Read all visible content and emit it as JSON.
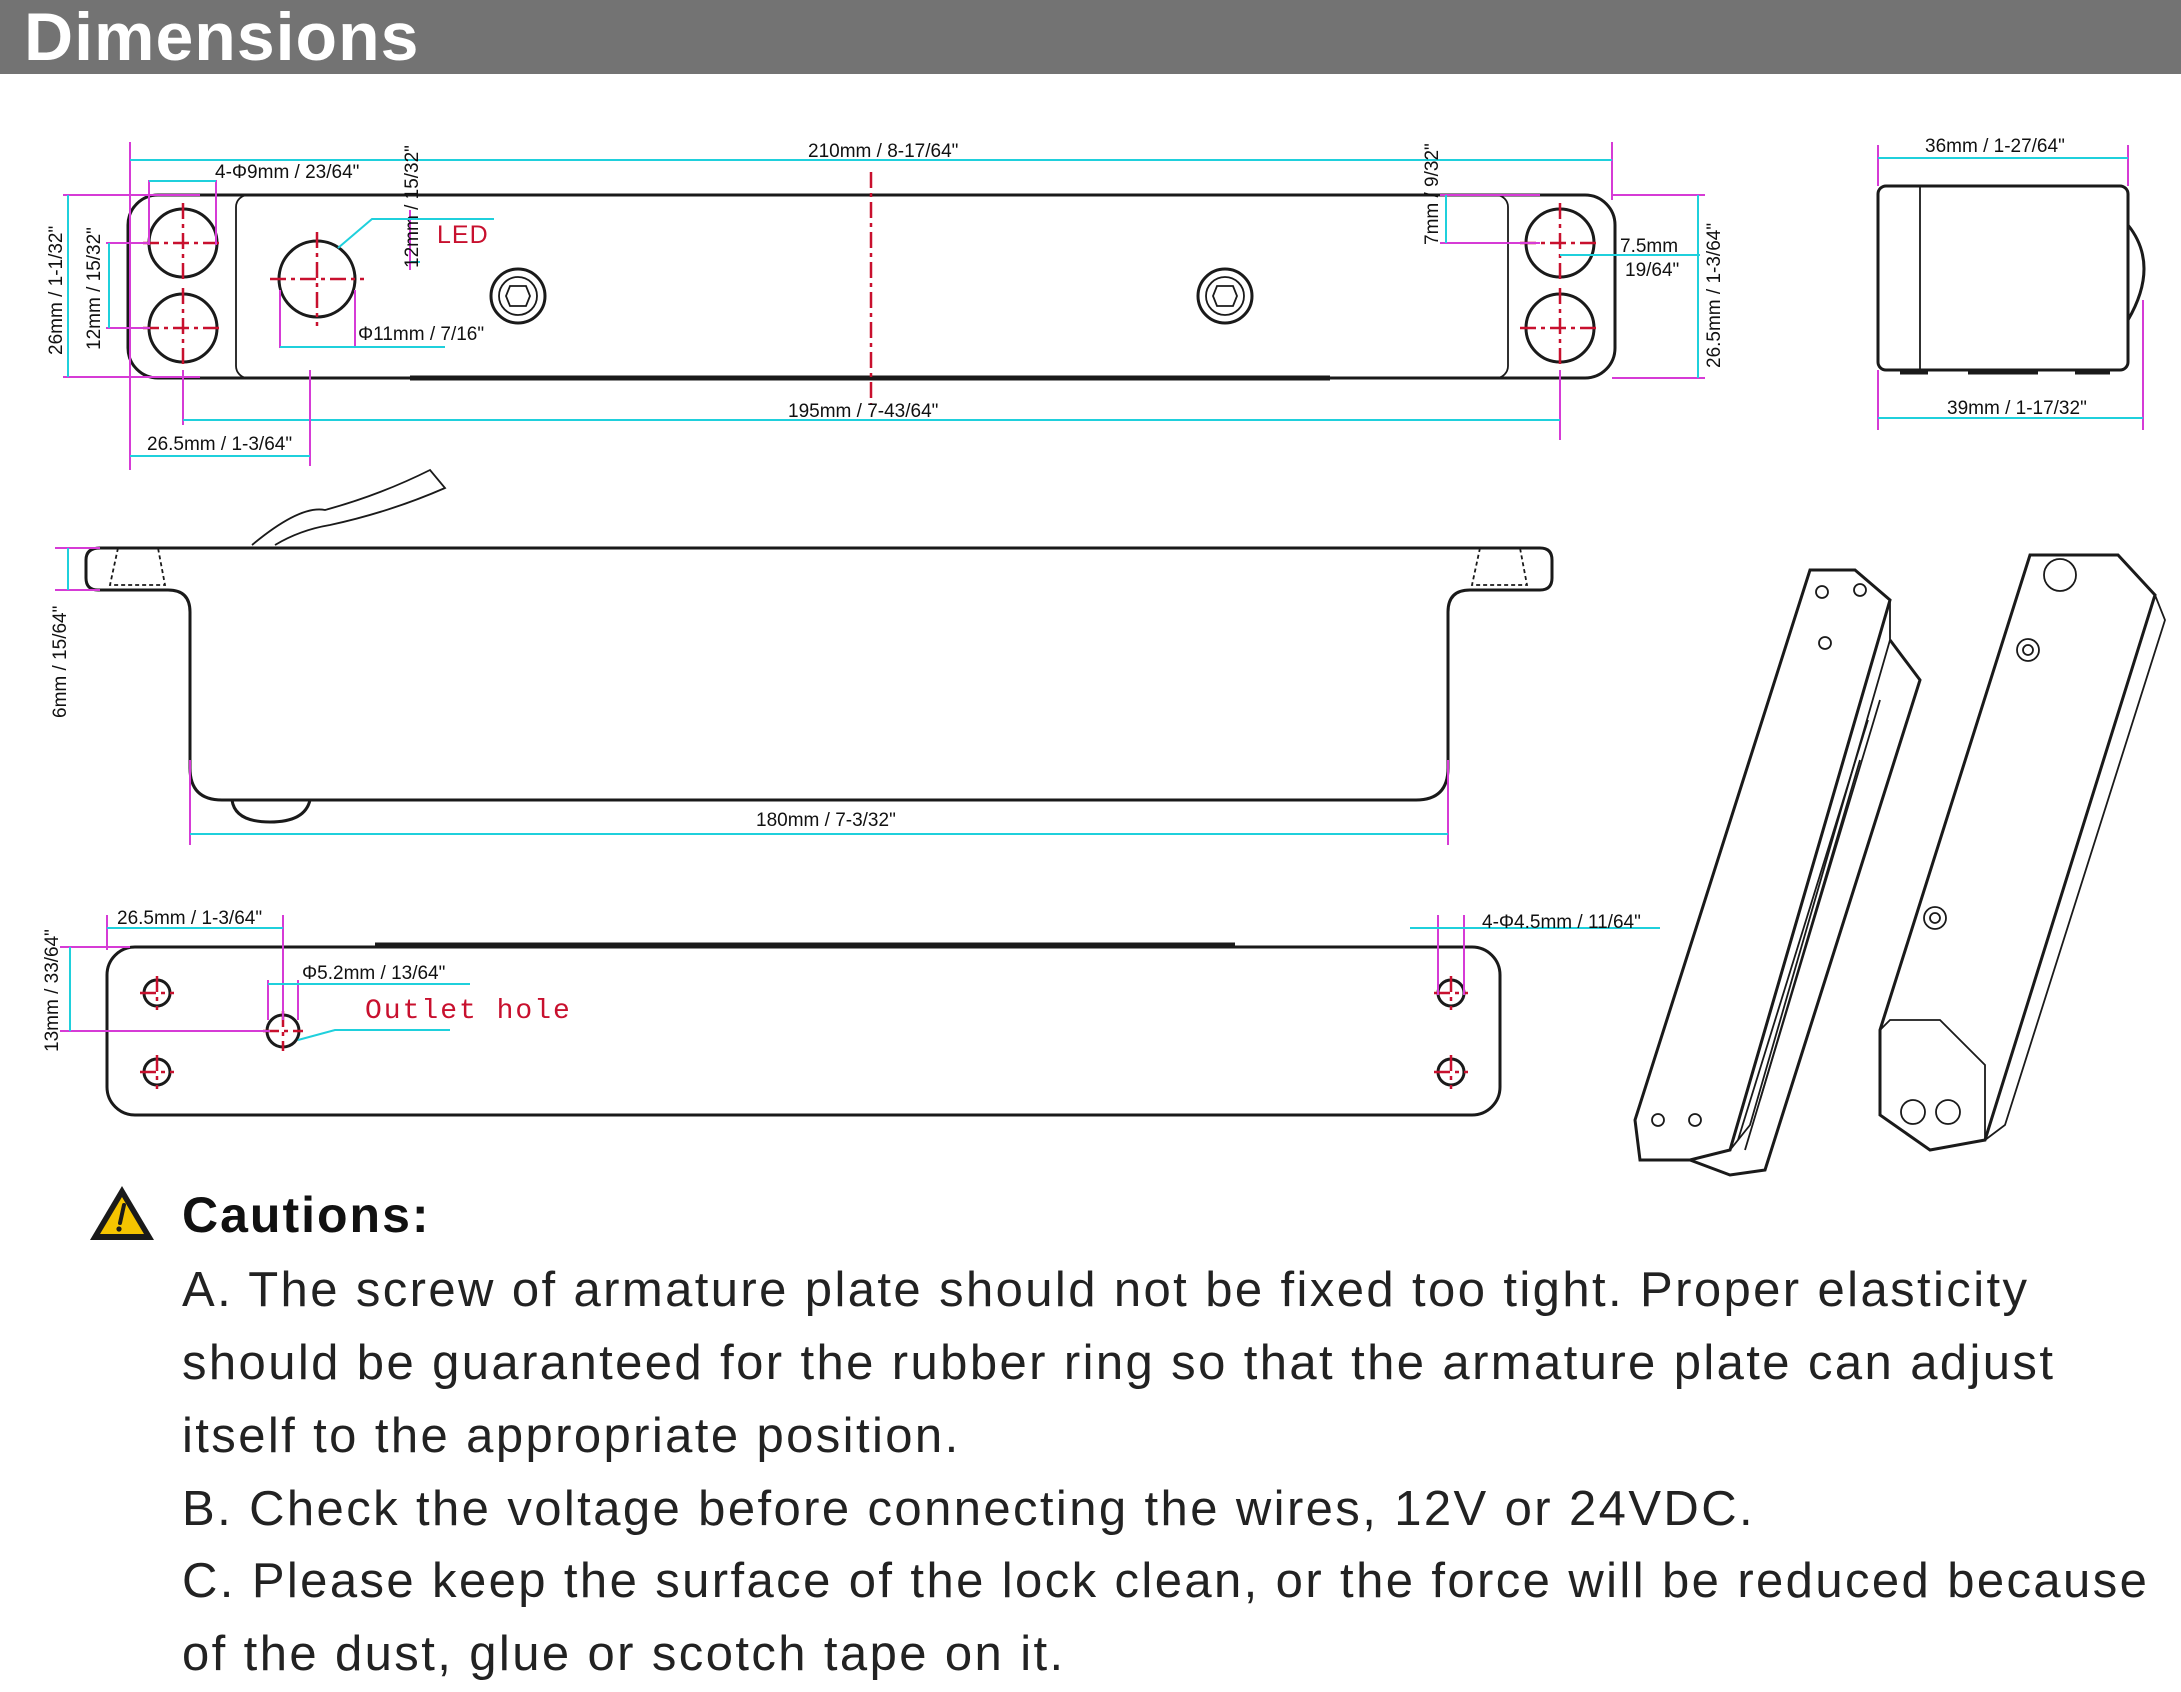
{
  "header": {
    "title": "Dimensions"
  },
  "top_view": {
    "total_length": "210mm / 8-17/64\"",
    "hole_diameter": "4-Φ9mm / 23/64\"",
    "led_offset": "12mm / 15/32\"",
    "led_label": "LED",
    "led_diameter": "Φ11mm / 7/16\"",
    "left_height": "26mm / 1-1/32\"",
    "left_hole_spacing": "12mm / 15/32\"",
    "right_offset_v": "7mm / 9/32\"",
    "right_offset_h_1": "7.5mm",
    "right_offset_h_2": "19/64\"",
    "right_height": "26.5mm / 1-3/64\"",
    "hole_center_span": "195mm / 7-43/64\"",
    "left_hole_offset": "26.5mm / 1-3/64\""
  },
  "end_view": {
    "top_width": "36mm / 1-27/64\"",
    "bottom_width": "39mm / 1-17/32\""
  },
  "side_view": {
    "flange_thickness": "6mm / 15/64\"",
    "body_length": "180mm / 7-3/32\""
  },
  "bottom_view": {
    "left_offset": "26.5mm / 1-3/64\"",
    "height_offset": "13mm / 33/64\"",
    "outlet_diameter": "Φ5.2mm / 13/64\"",
    "outlet_label": "Outlet hole",
    "mount_holes": "4-Φ4.5mm / 11/64\""
  },
  "cautions": {
    "title": "Cautions:",
    "lines": [
      "A. The screw of armature plate should not be fixed too tight. Proper elasticity",
      "should be guaranteed for the rubber ring so that the armature plate can adjust",
      "itself to the appropriate position.",
      "B. Check the voltage before connecting the wires, 12V or 24VDC.",
      "C. Please keep the surface of the lock clean, or the force will be reduced because",
      "of the dust, glue or scotch tape on it."
    ]
  },
  "colors": {
    "header_bg": "#737373",
    "dimension_line": "#1fd0dc",
    "extension_line": "#d63bd6",
    "label_red": "#c8102e",
    "warning_yellow": "#f5c400"
  }
}
